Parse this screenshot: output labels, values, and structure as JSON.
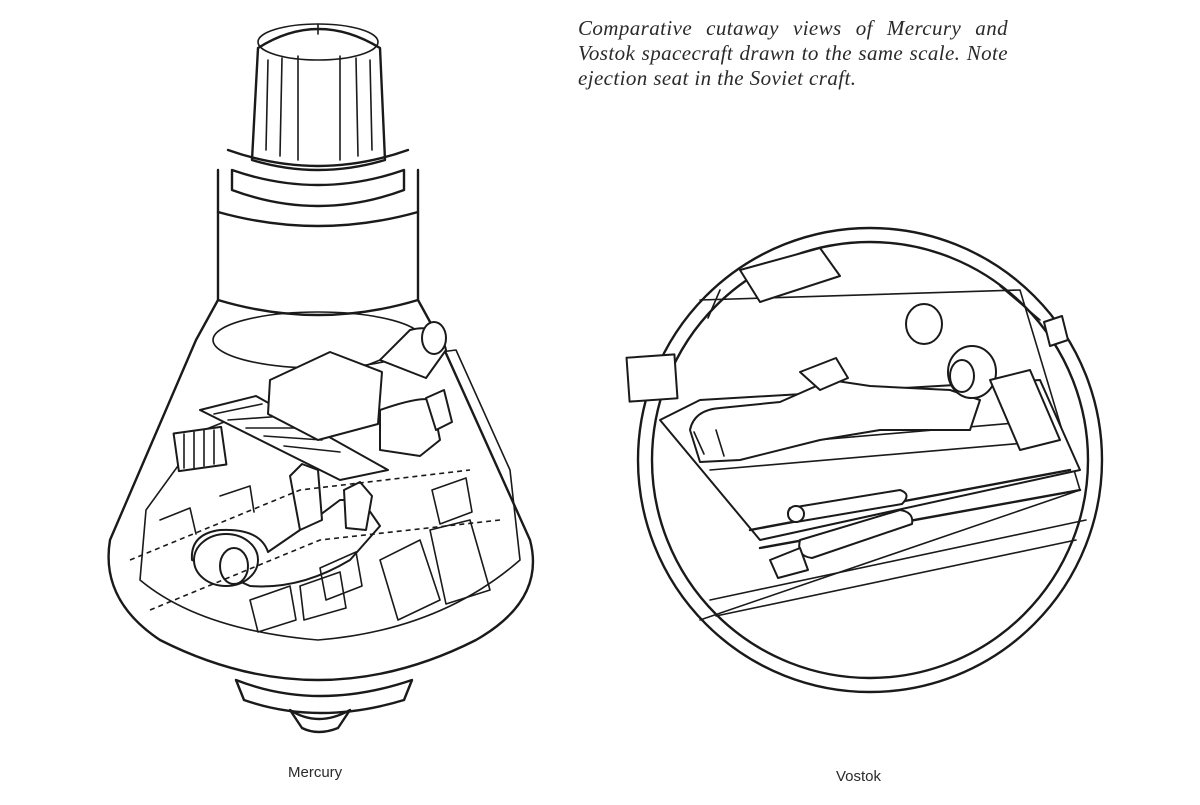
{
  "caption": "Comparative cutaway views of Mercury and Vostok spacecraft drawn to the same scale. Note ejection seat in the Soviet craft.",
  "labels": {
    "mercury": "Mercury",
    "vostok": "Vostok"
  }
}
